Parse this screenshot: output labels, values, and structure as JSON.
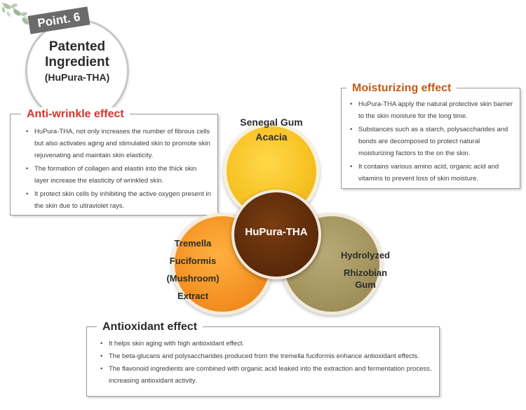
{
  "point": {
    "tag": "Point. 6",
    "title_line1": "Patented",
    "title_line2": "Ingredient",
    "title_line3": "(HuPura-THA)"
  },
  "anti_wrinkle": {
    "title": "Anti-wrinkle effect",
    "items": [
      "HuPura-THA, not only increases the number of fibrous cells but also activates aging and stimulated skin to promote skin rejuvenating and maintain skin elasticity.",
      "The formation of collagen and elastin into the thick skin layer increase the elasticity of wrinkled skin.",
      "It protect skin cells by inhibiting the active oxygen present in the skin due to ultraviolet rays."
    ]
  },
  "moisturizing": {
    "title": "Moisturizing effect",
    "items": [
      "HuPura-THA apply the natural protective skin barrier to the skin moisture for the long time.",
      "Substances such as a starch, polysaccharides and bonds are decomposed to protect natural moisturizing factors to the on the skin.",
      "It contains various amino acid, organic acid and vitamins to prevent loss of skin moisture."
    ]
  },
  "antioxidant": {
    "title": "Antioxidant effect",
    "items": [
      "It helps skin aging with high antioxidant effect.",
      "The beta-glucans and polysaccharides produced from the tremella fuciformis enhance antioxidant effects.",
      "The flavonoid ingredients are combined with organic acid leaked into the extraction and fermentation process, increasing antioxidant activity."
    ]
  },
  "circles": {
    "acacia_line1": "Acacia",
    "acacia_line2": "Senegal Gum",
    "tremella_line1": "Tremella",
    "tremella_line2": "Fuciformis",
    "tremella_line3": "(Mushroom)",
    "tremella_line4": "Extract",
    "hydro_line1": "Hydrolyzed",
    "hydro_line2": "Rhizobian Gum",
    "center": "HuPura-THA"
  },
  "colors": {
    "acacia": "#f7c325",
    "tremella": "#f59424",
    "hydro": "#a59660",
    "center": "#5e2c0a",
    "anti_wrinkle_title": "#d6332c",
    "moisturizing_title": "#c35a14"
  }
}
